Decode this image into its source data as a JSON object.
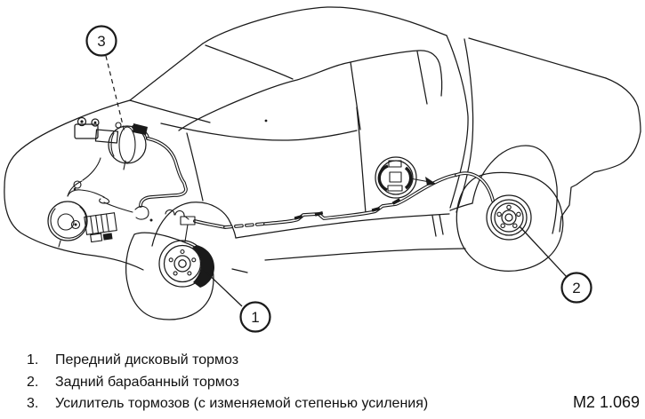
{
  "figure": {
    "code": "М2 1.069",
    "background": "#ffffff",
    "line_color": "#1a1a1a"
  },
  "callouts": [
    {
      "number": "1",
      "points_to": "front-disc-brake"
    },
    {
      "number": "2",
      "points_to": "rear-drum-brake"
    },
    {
      "number": "3",
      "points_to": "brake-booster"
    }
  ],
  "legend": [
    {
      "number": "1.",
      "label": "Передний дисковый тормоз"
    },
    {
      "number": "2.",
      "label": "Задний барабанный тормоз"
    },
    {
      "number": "3.",
      "label": "Усилитель тормозов (с изменяемой степенью усиления)"
    }
  ]
}
